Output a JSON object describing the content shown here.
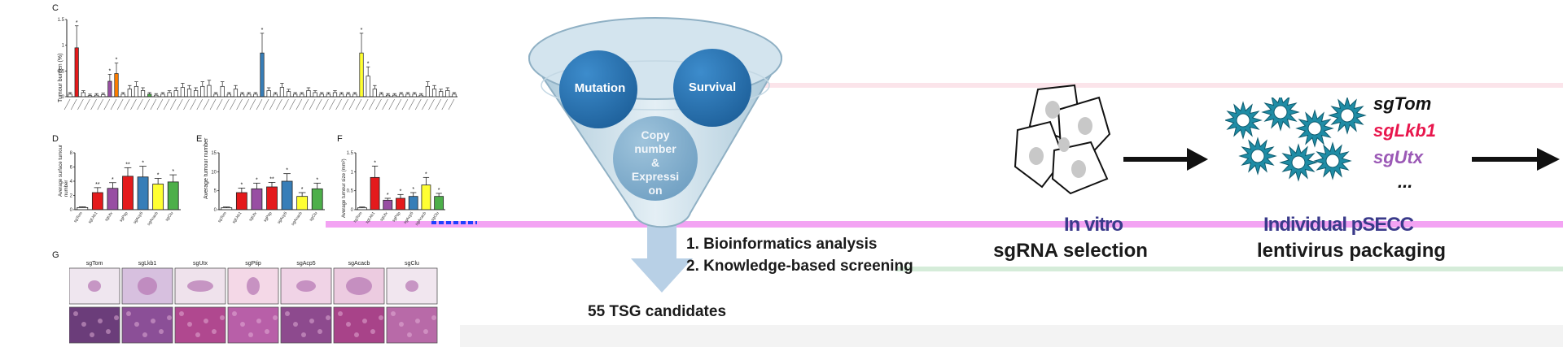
{
  "panels": {
    "C": "C",
    "D": "D",
    "E": "E",
    "F": "F",
    "G": "G"
  },
  "chart_data": [
    {
      "panel": "C",
      "type": "bar",
      "ylabel": "Tumour burden (%)",
      "ylim": [
        0,
        1.5
      ],
      "yticks": [
        0,
        0.5,
        1.0,
        1.5
      ],
      "values": [
        0.05,
        0.95,
        0.08,
        0.02,
        0.03,
        0.04,
        0.3,
        0.45,
        0.05,
        0.15,
        0.2,
        0.12,
        0.05,
        0.03,
        0.05,
        0.08,
        0.12,
        0.18,
        0.15,
        0.12,
        0.2,
        0.22,
        0.05,
        0.2,
        0.05,
        0.15,
        0.05,
        0.05,
        0.05,
        0.85,
        0.12,
        0.05,
        0.18,
        0.1,
        0.05,
        0.05,
        0.12,
        0.08,
        0.05,
        0.05,
        0.08,
        0.05,
        0.05,
        0.05,
        0.85,
        0.4,
        0.15,
        0.05,
        0.03,
        0.03,
        0.05,
        0.05,
        0.05,
        0.03,
        0.2,
        0.15,
        0.1,
        0.12,
        0.05
      ],
      "colors": [
        "#ffffff",
        "#e41a1c",
        "#ffffff",
        "#ffffff",
        "#ffffff",
        "#ffffff",
        "#984ea3",
        "#ff7f00",
        "#ffffff",
        "#ffffff",
        "#ffffff",
        "#ffffff",
        "#4daf4a",
        "#ffffff",
        "#ffffff",
        "#ffffff",
        "#ffffff",
        "#ffffff",
        "#ffffff",
        "#ffffff",
        "#ffffff",
        "#ffffff",
        "#ffffff",
        "#ffffff",
        "#ffffff",
        "#ffffff",
        "#ffffff",
        "#ffffff",
        "#ffffff",
        "#377eb8",
        "#ffffff",
        "#ffffff",
        "#ffffff",
        "#ffffff",
        "#ffffff",
        "#ffffff",
        "#ffffff",
        "#ffffff",
        "#ffffff",
        "#ffffff",
        "#ffffff",
        "#ffffff",
        "#ffffff",
        "#ffffff",
        "#ffff33",
        "#ffffff",
        "#ffffff",
        "#ffffff",
        "#ffffff",
        "#ffffff",
        "#ffffff",
        "#ffffff",
        "#ffffff",
        "#ffffff",
        "#ffffff",
        "#ffffff",
        "#ffffff",
        "#ffffff",
        "#ffffff"
      ],
      "stars": [
        1,
        6,
        7,
        29,
        44,
        45
      ]
    },
    {
      "panel": "D",
      "type": "bar",
      "ylabel": "Average surface tumour number",
      "ylim": [
        0,
        8
      ],
      "yticks": [
        0,
        2,
        4,
        6,
        8
      ],
      "categories": [
        "sgTom",
        "sgLkb1",
        "sgUtx",
        "sgPtip",
        "sgAcp5",
        "sgAcacb",
        "sgClu"
      ],
      "values": [
        0.3,
        2.4,
        3.0,
        4.7,
        4.6,
        3.6,
        3.9
      ],
      "errors": [
        0.1,
        0.7,
        0.8,
        1.2,
        1.5,
        0.8,
        1.0
      ],
      "colors": [
        "#ffffff",
        "#e41a1c",
        "#984ea3",
        "#e41a1c",
        "#377eb8",
        "#ffff33",
        "#4daf4a"
      ],
      "stars": [
        "",
        "**",
        "*",
        "**",
        "*",
        "*",
        "*"
      ]
    },
    {
      "panel": "E",
      "type": "bar",
      "ylabel": "Average tumour number",
      "ylim": [
        0,
        15
      ],
      "yticks": [
        0,
        5,
        10,
        15
      ],
      "categories": [
        "sgTom",
        "sgLkb1",
        "sgUtx",
        "sgPtip",
        "sgAcp5",
        "sgAcacb",
        "sgClu"
      ],
      "values": [
        0.5,
        4.5,
        5.5,
        6.0,
        7.5,
        3.5,
        5.5
      ],
      "errors": [
        0.2,
        1.2,
        1.5,
        1.2,
        2.0,
        1.0,
        1.5
      ],
      "colors": [
        "#ffffff",
        "#e41a1c",
        "#984ea3",
        "#e41a1c",
        "#377eb8",
        "#ffff33",
        "#4daf4a"
      ],
      "stars": [
        "",
        "*",
        "*",
        "**",
        "*",
        "*",
        "*"
      ]
    },
    {
      "panel": "F",
      "type": "bar",
      "ylabel": "Average tumour size (mm²)",
      "ylim": [
        0,
        1.5
      ],
      "yticks": [
        0,
        0.5,
        1.0,
        1.5
      ],
      "categories": [
        "sgTom",
        "sgLkb1",
        "sgUtx",
        "sgPtip",
        "sgAcp5",
        "sgAcacb",
        "sgClu"
      ],
      "values": [
        0.05,
        0.85,
        0.25,
        0.3,
        0.35,
        0.65,
        0.35
      ],
      "errors": [
        0.02,
        0.3,
        0.05,
        0.1,
        0.1,
        0.2,
        0.08
      ],
      "colors": [
        "#ffffff",
        "#e41a1c",
        "#984ea3",
        "#e41a1c",
        "#377eb8",
        "#ffff33",
        "#4daf4a"
      ],
      "stars": [
        "",
        "*",
        "*",
        "*",
        "*",
        "*",
        "*"
      ]
    }
  ],
  "histology": {
    "labels": [
      "sgTom",
      "sgLkb1",
      "sgUtx",
      "sgPtip",
      "sgAcp5",
      "sgAcacb",
      "sgClu"
    ]
  },
  "funnel": {
    "bubbles": {
      "mutation": "Mutation",
      "survival": "Survival",
      "copy_number": [
        "Copy",
        "number",
        "&",
        "Expressi",
        "on"
      ]
    },
    "steps": [
      "1. Bioinformatics analysis",
      "2. Knowledge-based screening"
    ],
    "result": "55 TSG candidates"
  },
  "workflow": {
    "stage1": {
      "title_garbled": "In vitro",
      "caption": "sgRNA selection"
    },
    "stage2": {
      "title_garbled": "Individual pSECC",
      "caption": "lentivirus packaging",
      "sg_list": [
        {
          "label": "sgTom",
          "color": "#111111"
        },
        {
          "label": "sgLkb1",
          "color": "#e8174d"
        },
        {
          "label": "sgUtx",
          "color": "#9b59b6"
        },
        {
          "label": "...",
          "color": "#111111"
        }
      ]
    }
  },
  "colors": {
    "funnel_fill": "#cfe1ea",
    "bubble_fill": "#2f78b4",
    "arrow_fill": "#b8d0e6",
    "star_fill": "#1f8ca5",
    "magenta_band": "#f08cf0",
    "green_line": "#cfe8d4"
  }
}
